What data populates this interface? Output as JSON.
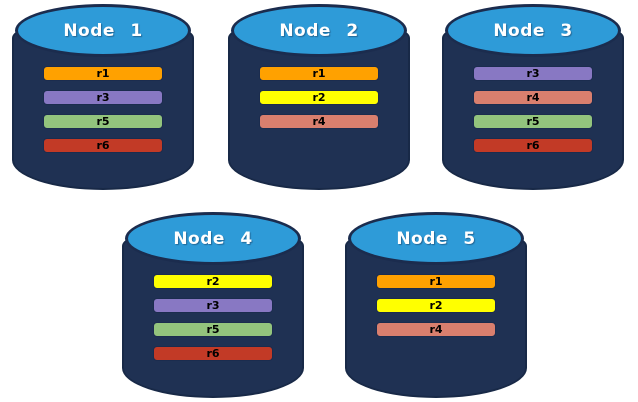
{
  "diagram": {
    "description": "Database cluster nodes with replica placement",
    "colors": {
      "background": "#FFFFFF",
      "cylinder_top": "#2E9BD8",
      "cylinder_body": "#1F3153",
      "outline": "#1B2C4E",
      "node_label_text": "#FFFFFF",
      "bar_text": "#000000"
    },
    "replica_colors": {
      "r1": "#FFA100",
      "r2": "#FFFF00",
      "r3": "#8878C3",
      "r4": "#D97F6E",
      "r5": "#93C47D",
      "r6": "#C23A26"
    },
    "nodes": [
      {
        "label": "Node 1",
        "replicas": [
          "r1",
          "r3",
          "r5",
          "r6"
        ]
      },
      {
        "label": "Node 2",
        "replicas": [
          "r1",
          "r2",
          "r4"
        ]
      },
      {
        "label": "Node 3",
        "replicas": [
          "r3",
          "r4",
          "r5",
          "r6"
        ]
      },
      {
        "label": "Node 4",
        "replicas": [
          "r2",
          "r3",
          "r5",
          "r6"
        ]
      },
      {
        "label": "Node 5",
        "replicas": [
          "r1",
          "r2",
          "r4"
        ]
      }
    ]
  }
}
